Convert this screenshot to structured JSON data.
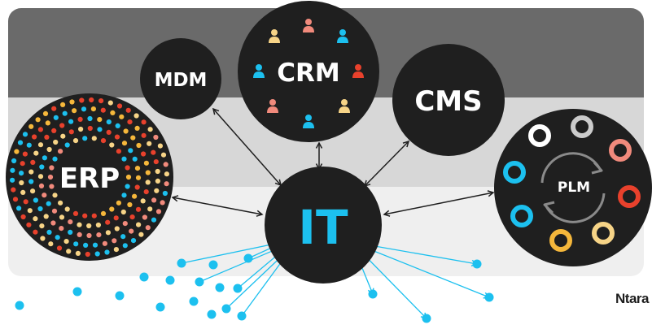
{
  "nodes": {
    "erp": "ERP",
    "mdm": "MDM",
    "crm": "CRM",
    "cms": "CMS",
    "plm": "PLM",
    "it": "IT"
  },
  "brand": "Ntara",
  "colors": {
    "band_top": "#6a6a6a",
    "band_mid": "#d7d7d7",
    "band_bottom": "#efefef",
    "node_fill": "#1f1f1f",
    "it_text": "#1cc0ef",
    "arrow": "#1f1f1f",
    "flow": "#1cc0ef",
    "dot_red": "#e8412c",
    "dot_blue": "#1cc0ef",
    "dot_yellow": "#f5b73b",
    "dot_peach": "#f7d487",
    "dot_salmon": "#f18a7c",
    "ring_white": "#ffffff",
    "ring_grey": "#cccccc",
    "ring_salmon": "#f18a7c",
    "ring_red": "#e8412c",
    "ring_blue": "#1cc0ef",
    "ring_yellow": "#f5b73b",
    "ring_peach": "#f7d487"
  },
  "icons": {
    "erp": "dot-ring-pattern",
    "crm": "person-icon",
    "plm": "refresh-cycle-icon",
    "plm_items": "ring-icon",
    "flow": "data-point-dots"
  }
}
